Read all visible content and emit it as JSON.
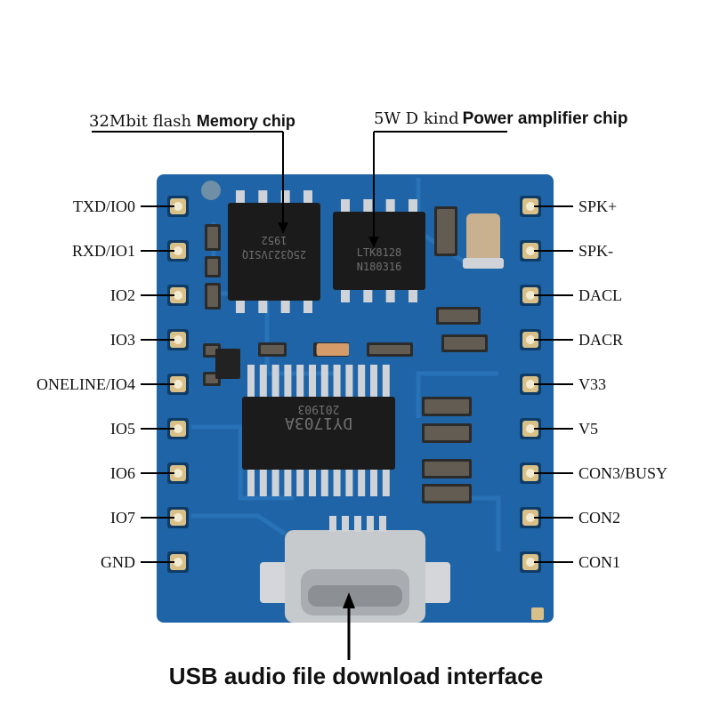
{
  "annotations": {
    "flash_prefix": "32Mbit flash",
    "flash_suffix": "Memory chip",
    "amp_prefix": "5W D kind",
    "amp_suffix": "Power amplifier chip",
    "usb": "USB audio file download interface"
  },
  "pins_left": [
    "TXD/IO0",
    "RXD/IO1",
    "IO2",
    "IO3",
    "ONELINE/IO4",
    "IO5",
    "IO6",
    "IO7",
    "GND"
  ],
  "pins_right": [
    "SPK+",
    "SPK-",
    "DACL",
    "DACR",
    "V33",
    "V5",
    "CON3/BUSY",
    "CON2",
    "CON1"
  ],
  "chip_markings": {
    "flash_line1": "25Q32JVSIQ",
    "flash_line2": "1952",
    "amp_line1": "LTK8128",
    "amp_line2": "N180316",
    "main_line1": "DY1703A",
    "main_line2": "201903"
  },
  "colors": {
    "pcb": "#1f64a6",
    "pcb_dark": "#184f86",
    "pad_gold": "#d9c089",
    "chip_black": "#1b1b1b",
    "pin_silver": "#cfd3d8"
  }
}
